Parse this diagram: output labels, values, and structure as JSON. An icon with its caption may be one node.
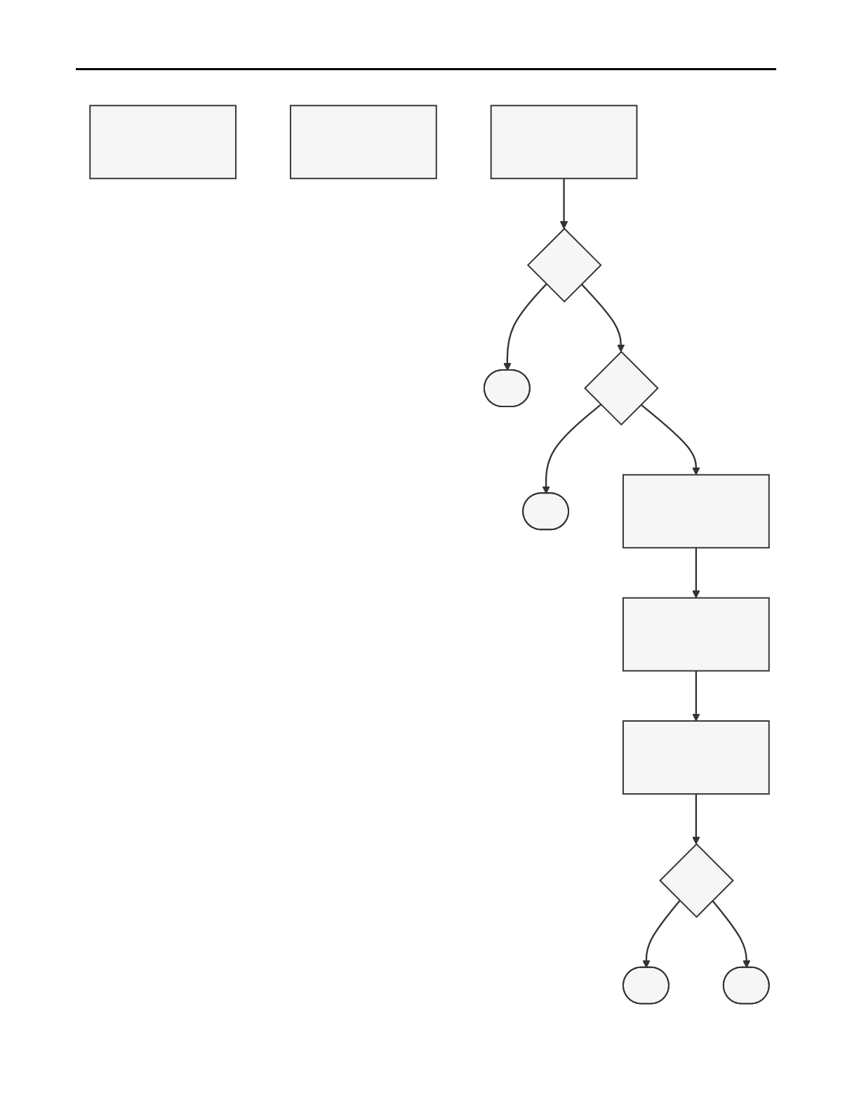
{
  "diagram": {
    "nodes": [
      {
        "text": [],
        "shape": "box"
      },
      {
        "text": [],
        "shape": "box"
      },
      {
        "text": [],
        "shape": "box"
      },
      {
        "text": [],
        "shape": "diamond"
      },
      {
        "text": [],
        "shape": "oval"
      },
      {
        "text": [],
        "shape": "diamond"
      },
      {
        "text": [],
        "shape": "oval"
      },
      {
        "text": [],
        "shape": "box"
      },
      {
        "text": [],
        "shape": "box"
      },
      {
        "text": [],
        "shape": "box"
      },
      {
        "text": [],
        "shape": "diamond"
      },
      {
        "text": [],
        "shape": "oval"
      },
      {
        "text": [],
        "shape": "oval"
      }
    ],
    "edges": [
      {
        "from": 2,
        "to": 3,
        "arrow": "to"
      },
      {
        "from": 3,
        "to": 4,
        "arrow": "to"
      },
      {
        "from": 3,
        "to": 5,
        "arrow": "to"
      },
      {
        "from": 5,
        "to": 6,
        "arrow": "to"
      },
      {
        "from": 5,
        "to": 7,
        "arrow": "to"
      },
      {
        "from": 7,
        "to": 8,
        "arrow": "to"
      },
      {
        "from": 8,
        "to": 9,
        "arrow": "to"
      },
      {
        "from": 9,
        "to": 10,
        "arrow": "to"
      },
      {
        "from": 10,
        "to": 11,
        "arrow": "to"
      },
      {
        "from": 10,
        "to": 12,
        "arrow": "to"
      }
    ]
  }
}
